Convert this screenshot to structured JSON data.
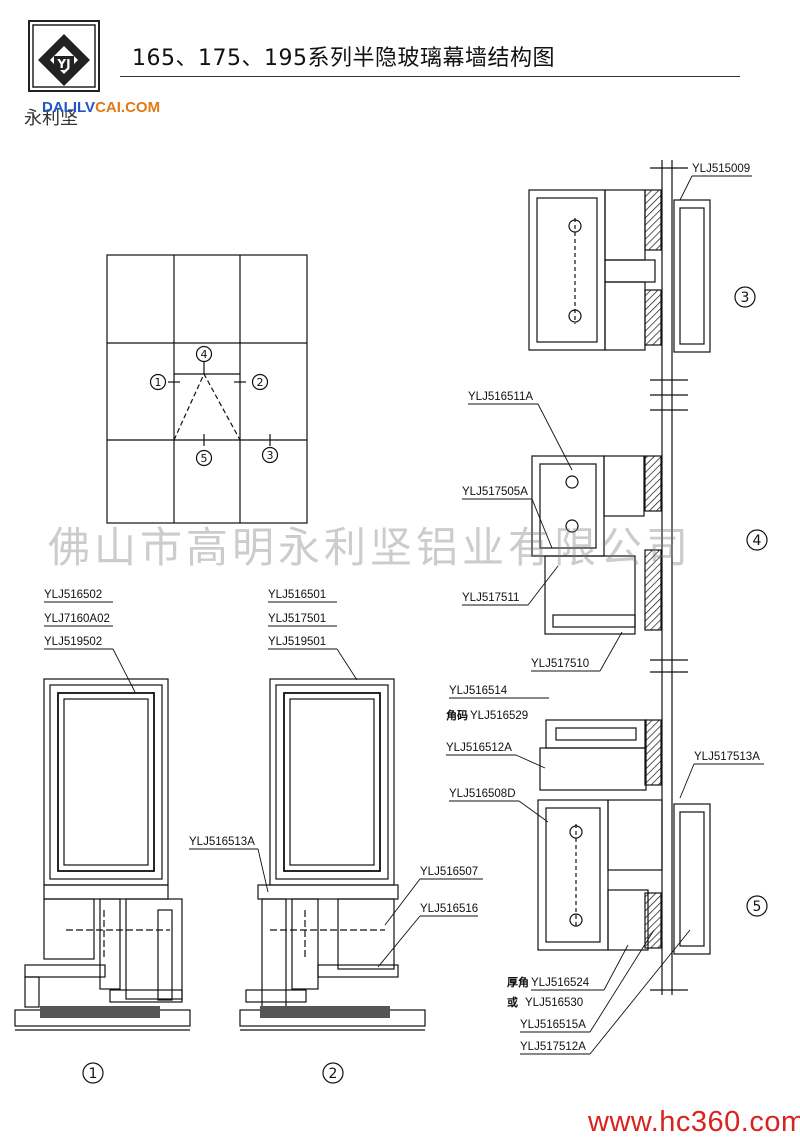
{
  "header": {
    "title": "165、175、195系列半隐玻璃幕墙结构图",
    "logo_text": "永利坚",
    "logo_url_part1": "DALILV",
    "logo_url_part2": "CAI.COM"
  },
  "watermark": "佛山市高明永利坚铝业有限公司",
  "footer": {
    "url": "www.hc360.com"
  },
  "grid_markers": {
    "m1": "1",
    "m2": "2",
    "m3": "3",
    "m4": "4",
    "m5": "5"
  },
  "detail_numbers": {
    "d1": "1",
    "d2": "2",
    "d3": "3",
    "d4": "4",
    "d5": "5"
  },
  "labels": {
    "d1_a": "YLJ516502",
    "d1_b": "YLJ7160A02",
    "d1_c": "YLJ519502",
    "d2_a": "YLJ516501",
    "d2_b": "YLJ517501",
    "d2_c": "YLJ519501",
    "d2_d": "YLJ516513A",
    "d2_e": "YLJ516507",
    "d2_f": "YLJ516516",
    "d3_a": "YLJ515009",
    "d4_a": "YLJ516511A",
    "d4_b": "YLJ517505A",
    "d4_c": "YLJ517511",
    "d4_d": "YLJ517510",
    "d5_a": "YLJ516514",
    "d5_b_prefix": "角码",
    "d5_b": "YLJ516529",
    "d5_c": "YLJ516512A",
    "d5_d": "YLJ516508D",
    "d5_e": "YLJ517513A",
    "d5_f_prefix": "厚角",
    "d5_f": "YLJ516524",
    "d5_g_prefix": "或",
    "d5_g": "YLJ516530",
    "d5_h": "YLJ516515A",
    "d5_i": "YLJ517512A"
  }
}
